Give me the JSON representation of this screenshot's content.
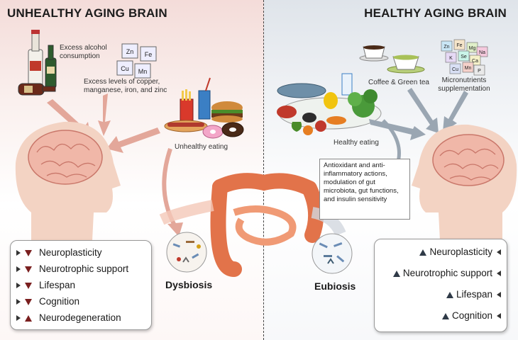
{
  "titles": {
    "left": "UNHEALTHY AGING BRAIN",
    "right": "HEALTHY AGING BRAIN"
  },
  "left_labels": {
    "alcohol": [
      "Excess alcohol",
      "consumption"
    ],
    "metals": [
      "Excess levels of copper,",
      "manganese, iron, and zinc"
    ],
    "eating": "Unhealthy eating"
  },
  "right_labels": {
    "coffee": "Coffee & Green tea",
    "micro": [
      "Micronutrients",
      "supplementation"
    ],
    "eating": "Healthy eating",
    "mechanisms": "Antioxidant and anti-inflammatory actions, modulation of gut microbiota, gut functions, and insulin sensitivity"
  },
  "metal_tiles": [
    "Zn",
    "Fe",
    "Cu",
    "Mn"
  ],
  "micro_tiles": [
    "Zn",
    "Fe",
    "Mg",
    "Na",
    "K",
    "Se",
    "Ca",
    "Cu",
    "Mn",
    "P"
  ],
  "gut": {
    "left": "Dysbiosis",
    "right": "Eubiosis"
  },
  "unhealthy_effects": [
    {
      "label": "Neuroplasticity",
      "direction": "down"
    },
    {
      "label": "Neurotrophic support",
      "direction": "down"
    },
    {
      "label": "Lifespan",
      "direction": "down"
    },
    {
      "label": "Cognition",
      "direction": "down"
    },
    {
      "label": "Neurodegeneration",
      "direction": "up"
    }
  ],
  "healthy_effects": [
    {
      "label": "Neuroplasticity",
      "direction": "up"
    },
    {
      "label": "Neurotrophic support",
      "direction": "up"
    },
    {
      "label": "Lifespan",
      "direction": "up"
    },
    {
      "label": "Cognition",
      "direction": "up"
    }
  ],
  "colors": {
    "bad_arrow": "#7a1f1f",
    "good_arrow": "#2f3a47",
    "flow_left": "#e3a79a",
    "flow_right": "#9aa6b2",
    "gut": "#e2734a"
  }
}
